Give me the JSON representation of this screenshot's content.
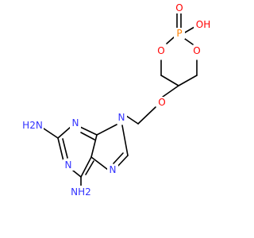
{
  "molecule": {
    "colors": {
      "bond": "#000000",
      "N": "#3333ff",
      "O": "#ff0000",
      "P": "#ff8000",
      "background": "#ffffff"
    },
    "labels": {
      "o_double": "O",
      "p": "P",
      "oh": "OH",
      "o_ring1": "O",
      "o_ring2": "O",
      "o_ether": "O",
      "n9": "N",
      "n3": "N",
      "n1": "N",
      "n7": "N",
      "nh2_top": "H2N",
      "nh2_bottom": "NH2"
    }
  }
}
